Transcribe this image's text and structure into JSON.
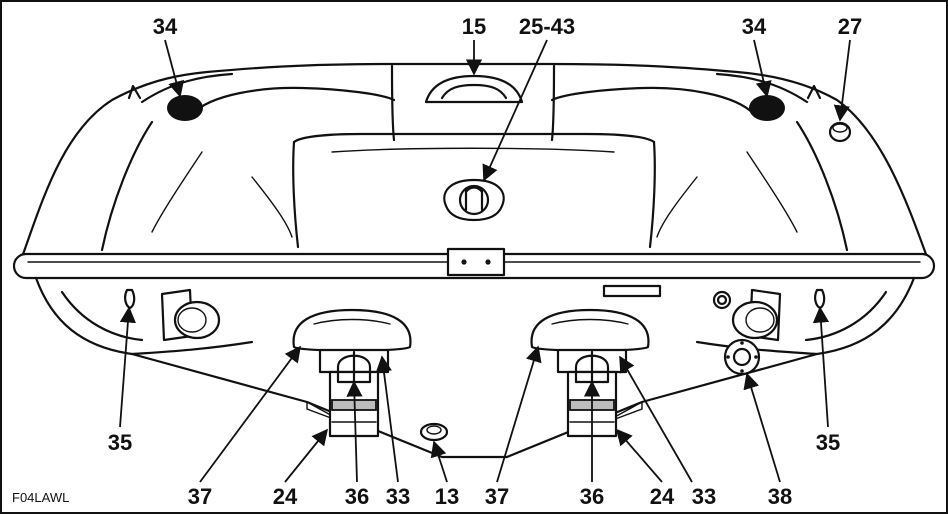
{
  "figure_id": "F04LAWL",
  "callouts": {
    "c34_left": "34",
    "c15": "15",
    "c25_43": "25-43",
    "c34_right": "34",
    "c27": "27",
    "c35_left": "35",
    "c37_left": "37",
    "c24_left": "24",
    "c36_left": "36",
    "c33_left": "33",
    "c13": "13",
    "c37_right": "37",
    "c36_right": "36",
    "c24_right": "24",
    "c33_right": "33",
    "c38": "38",
    "c35_right": "35"
  }
}
